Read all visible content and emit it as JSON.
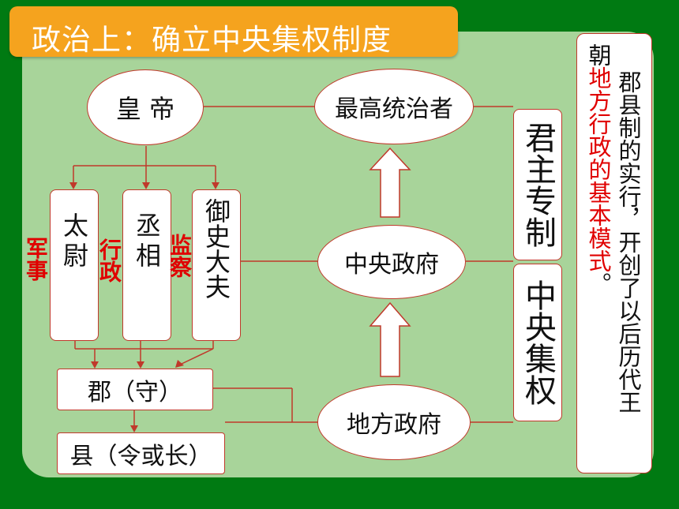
{
  "title": "政治上：确立中央集权制度",
  "nodes": {
    "emperor": "皇 帝",
    "supreme_ruler": "最高统治者",
    "taiwei": "太尉",
    "chengxiang": "丞相",
    "yushi": "御史大夫",
    "central_gov": "中央政府",
    "local_gov": "地方政府",
    "jun": "郡（守）",
    "xian": "县（令或长）",
    "monarchy": "君主专制",
    "centralization": "中央集权"
  },
  "duty_labels": {
    "military": "军事",
    "administration": "行政",
    "supervision": "监察"
  },
  "side_note": {
    "line1": "郡县制的实行，开创了以后历代王",
    "line2_prefix": "朝",
    "line2_red": "地方行政的基本模式",
    "line2_suffix": "。"
  },
  "colors": {
    "background": "#007a12",
    "panel": "#a8d49a",
    "title_box": "#f5a31e",
    "border": "#c0392b",
    "highlight": "#e00000"
  }
}
